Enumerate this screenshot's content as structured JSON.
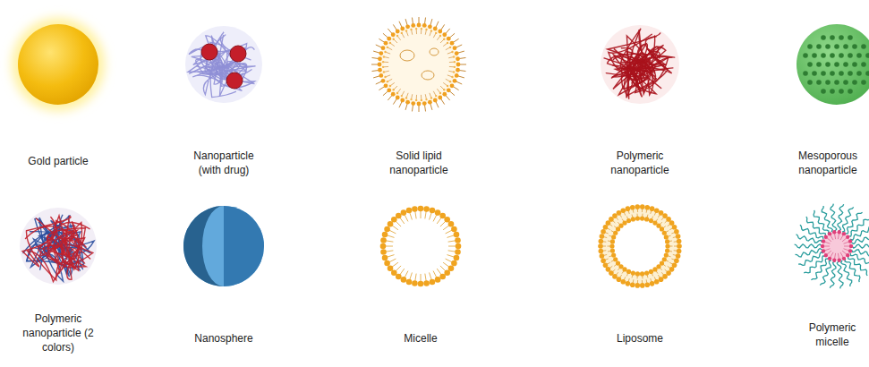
{
  "diagram": {
    "labels": [
      "Gold particle",
      "Nanoparticle (with drug)",
      "Solid lipid nanoparticle",
      "Polymeric nanoparticle",
      "Mesoporous nanoparticle",
      "Polymeric nanoparticle (2 colors)",
      "Nanosphere",
      "Micelle",
      "Liposome",
      "Polymeric micelle"
    ]
  }
}
